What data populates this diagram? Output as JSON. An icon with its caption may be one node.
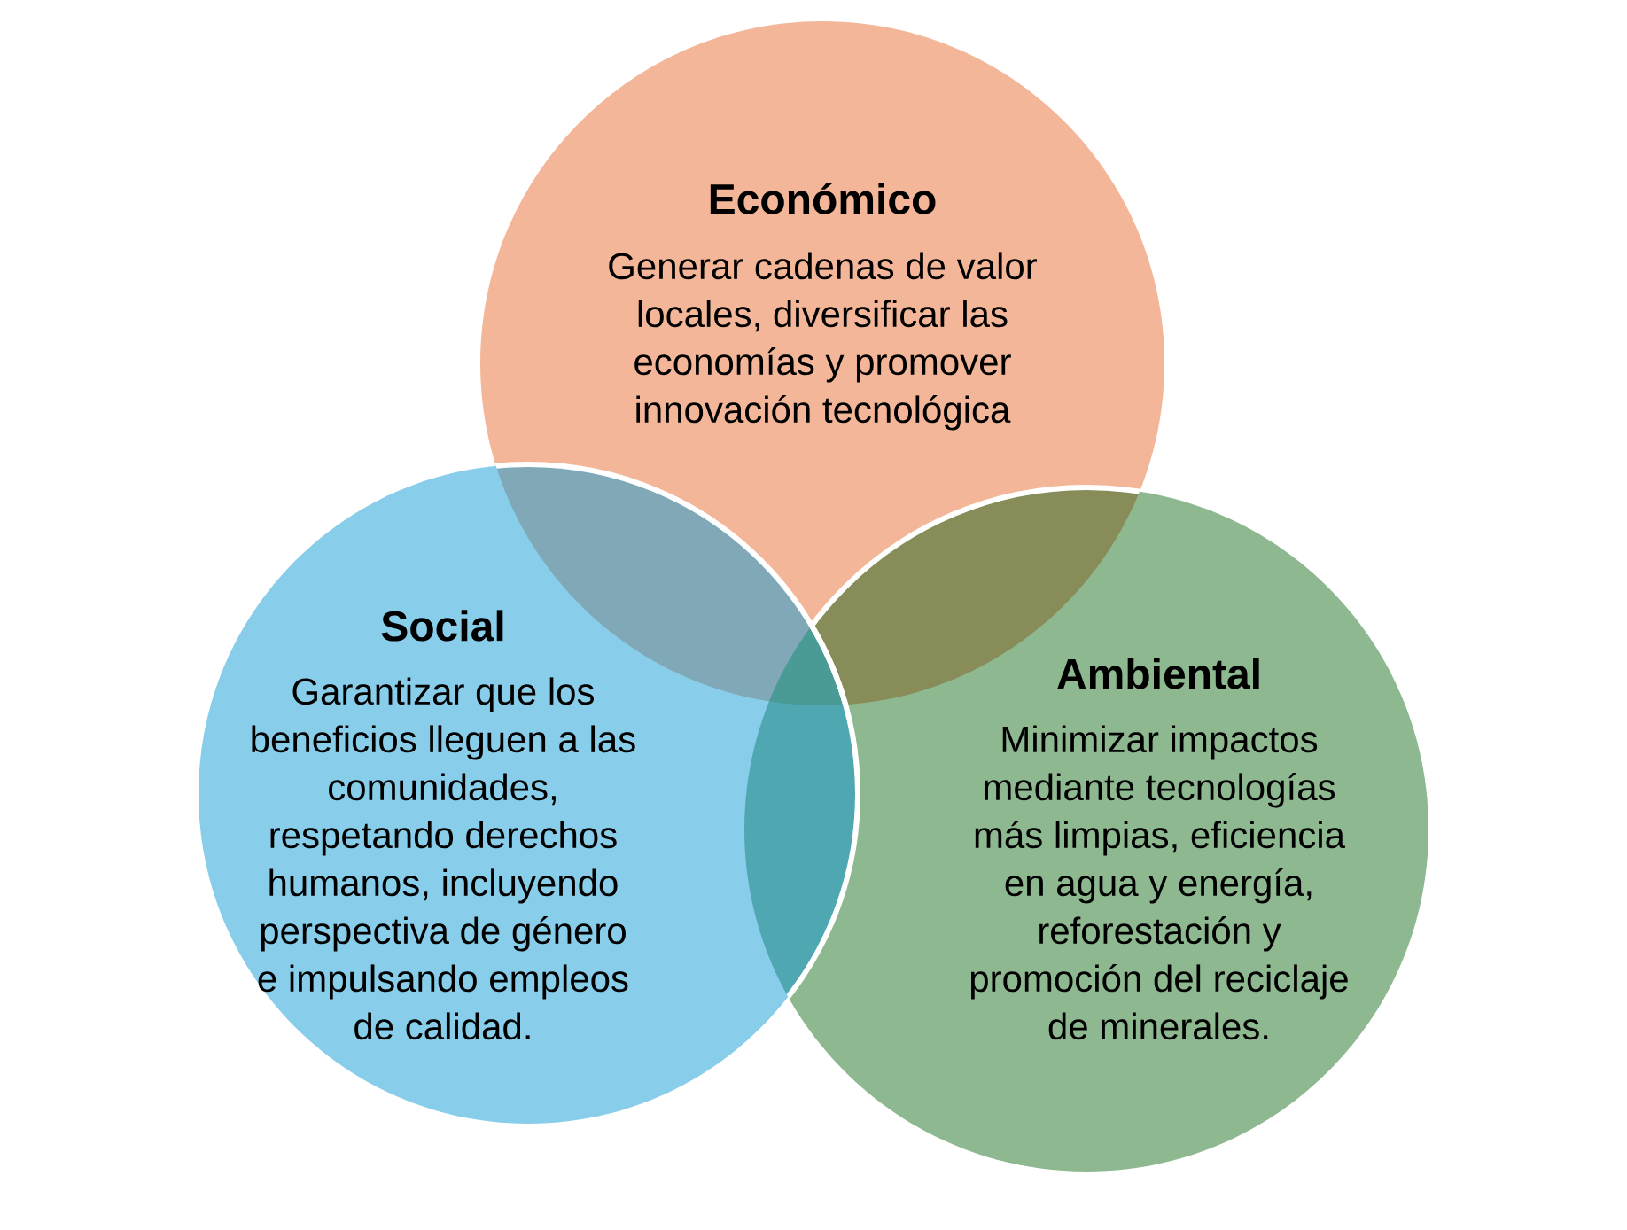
{
  "diagram": {
    "nodes": [
      {
        "text": [
          "Económico",
          "Generar cadenas de valor locales, diversificar las economías y promover innovación tecnológica"
        ]
      },
      {
        "text": [
          "Social",
          "Garantizar que los beneficios lleguen a las comunidades, respetando derechos humanos, incluyendo perspectiva de género e impulsando empleos de calidad."
        ]
      },
      {
        "text": [
          "Ambiental",
          "Minimizar impactos mediante tecnologías más limpias, eficiencia en agua y energía, reforestación y promoción del reciclaje de minerales."
        ]
      }
    ]
  }
}
